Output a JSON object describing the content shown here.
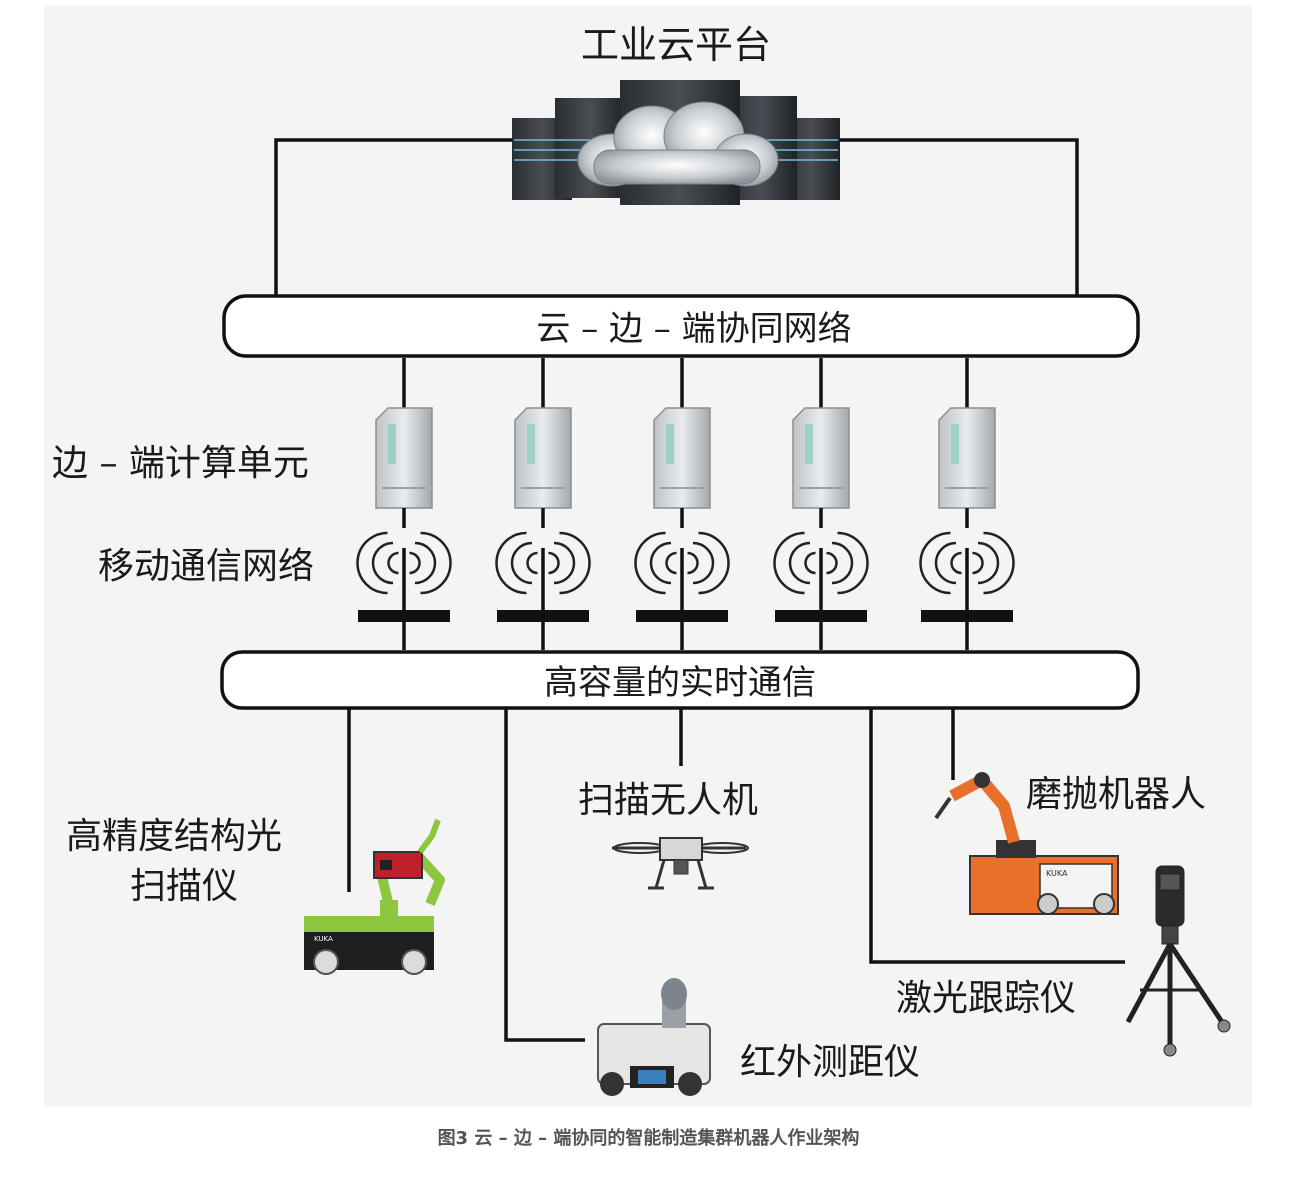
{
  "diagram": {
    "cloud_platform_label": "工业云平台",
    "network_bar_label": "云 – 边 – 端协同网络",
    "edge_unit_label": "边 – 端计算单元",
    "mobile_network_label": "移动通信网络",
    "realtime_bar_label": "高容量的实时通信",
    "devices": {
      "scanner_line1": "高精度结构光",
      "scanner_line2": "扫描仪",
      "drone": "扫描无人机",
      "polishing_robot": "磨抛机器人",
      "laser_tracker": "激光跟踪仪",
      "infrared": "红外测距仪"
    },
    "robot_brand": "KUKA"
  },
  "caption": "图3 云 – 边 – 端协同的智能制造集群机器人作业架构",
  "colors": {
    "line": "#111111",
    "background_panel": "#f4f4f4",
    "robot_orange": "#e8702a",
    "robot_green": "#8dc63f"
  }
}
